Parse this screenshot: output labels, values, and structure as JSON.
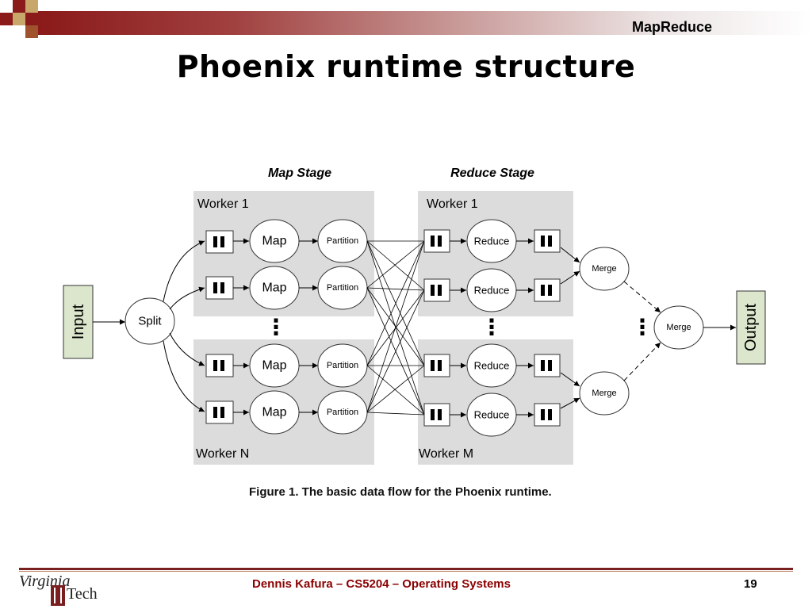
{
  "header": {
    "section_label": "MapReduce",
    "title": "Phoenix runtime structure",
    "accent_color": "#8b1a1a"
  },
  "diagram": {
    "map_stage_label": "Map Stage",
    "reduce_stage_label": "Reduce Stage",
    "map_worker_top_label": "Worker 1",
    "map_worker_bottom_label": "Worker N",
    "reduce_worker_top_label": "Worker 1",
    "reduce_worker_bottom_label": "Worker M",
    "input_label": "Input",
    "split_label": "Split",
    "map_label": "Map",
    "partition_label": "Partition",
    "reduce_label": "Reduce",
    "merge_label": "Merge",
    "output_label": "Output",
    "ellipsis": "⋮",
    "box_fill": "#dcdcdc",
    "io_fill": "#dbe6cc"
  },
  "caption": "Figure 1. The basic data flow for the Phoenix runtime.",
  "footer": {
    "text": "Dennis Kafura – CS5204 – Operating Systems",
    "page_number": "19",
    "logo_virginia": "Virginia",
    "logo_tech": "Tech"
  }
}
